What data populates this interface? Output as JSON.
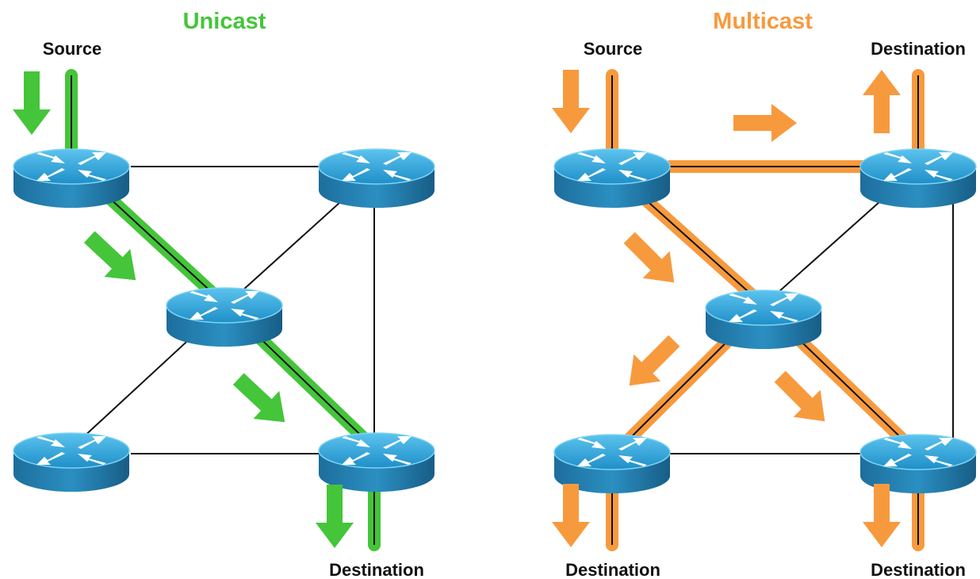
{
  "unicast": {
    "title": "Unicast",
    "source_label": "Source",
    "destination_label": "Destination"
  },
  "multicast": {
    "title": "Multicast",
    "source_label": "Source",
    "destination_top_right_label": "Destination",
    "destination_bottom_left_label": "Destination",
    "destination_bottom_right_label": "Destination"
  },
  "colors": {
    "unicast_accent": "#44c53a",
    "multicast_accent": "#f79a3e",
    "router_top": "#2d9fd6",
    "router_side": "#1a6f9c",
    "link": "#111111"
  },
  "icons": {
    "router": "router-icon",
    "arrow": "arrow-icon"
  }
}
